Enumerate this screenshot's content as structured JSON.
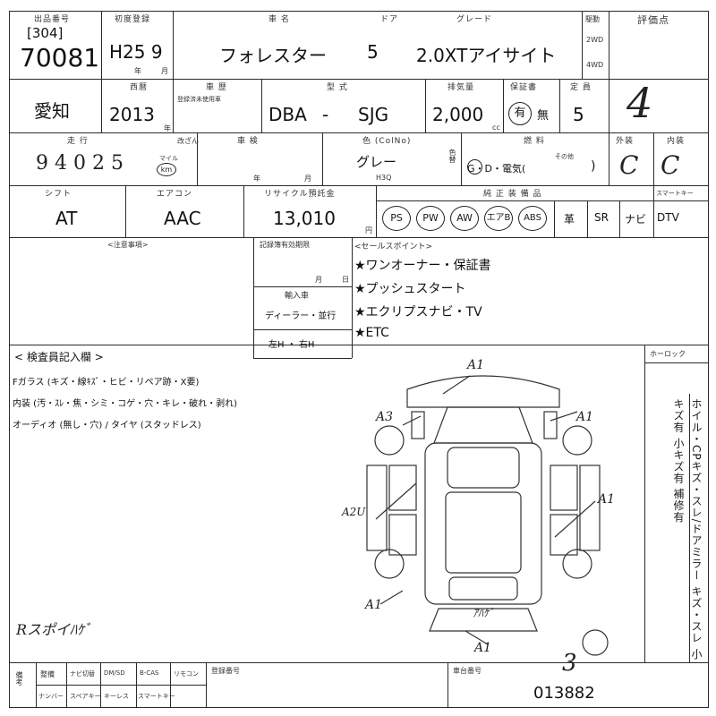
{
  "header": {
    "lot_label": "出品番号",
    "lot_code": "[304]",
    "lot_number": "70081",
    "first_reg_label": "初度登録",
    "first_reg": "H25 9",
    "year_unit": "年",
    "month_unit": "月",
    "car_name_label": "車 名",
    "car_name": "フォレスター",
    "door_label": "ドア",
    "doors": "5",
    "grade_label": "グレード",
    "grade": "2.0XTアイサイト",
    "drive_label": "駆動",
    "drive_2wd": "2WD",
    "drive_4wd": "4WD",
    "score_label": "評価点",
    "score": "4"
  },
  "row2": {
    "region": "愛知",
    "model_year_label": "西暦",
    "model_year": "2013",
    "year_suffix": "年",
    "history_label": "車 歴",
    "history_sub": "登録済未使用車",
    "type_label": "型 式",
    "type_prefix": "DBA",
    "type_dash": "-",
    "type_code": "SJG",
    "displacement_label": "排気量",
    "displacement": "2,000",
    "cc": "cc",
    "warranty_label": "保証書",
    "warranty_yes": "有",
    "warranty_no": "無",
    "capacity_label": "定 員",
    "capacity": "5"
  },
  "row3": {
    "mileage_label": "走 行",
    "mileage": "9 4 0 2 5",
    "mileage_unit": "km",
    "mileage_unit2": "マイル",
    "meter_label": "改ざん",
    "inspection_label": "車 検",
    "year_unit": "年",
    "month_unit": "月",
    "color_label": "色 (ColNo)",
    "color": "グレー",
    "color_code": "H3Q",
    "color_change_label": "色替",
    "fuel_label": "燃 料",
    "fuel_options": "G・D・電気(",
    "fuel_other": "その他",
    "fuel_close": ")",
    "exterior_label": "外装",
    "exterior": "C",
    "interior_label": "内装",
    "interior": "C"
  },
  "row4": {
    "shift_label": "シフト",
    "shift": "AT",
    "ac_label": "エアコン",
    "ac": "AAC",
    "recycle_label": "リサイクル預託金",
    "recycle": "13,010",
    "yen": "円",
    "equipment_label": "純 正 装 備 品",
    "equipment": [
      "PS",
      "PW",
      "AW",
      "エアB",
      "ABS"
    ],
    "equipment2": [
      "革",
      "SR",
      "ナビ",
      "DTV"
    ],
    "key_label": "スマートキー"
  },
  "notes": {
    "caution_label": "<注意事項>",
    "record_label": "記録簿有効期限",
    "record_month": "月",
    "record_day": "日",
    "import_label": "輸入車",
    "dealer": "ディーラー・並行",
    "handle": "左H ・ 右H",
    "sales_label": "<セールスポイント>",
    "sales_points": [
      "★ワンオーナー・保証書",
      "★プッシュスタート",
      "★エクリプスナビ・TV",
      "★ETC"
    ]
  },
  "inspection": {
    "title": "< 検査員記入欄 >",
    "glass": "Fガラス (キズ・線ｷｽﾞ・ヒビ・リペア跡・X要)",
    "interior": "内装 (汚・ｽﾚ・焦・シミ・コゲ・穴・キレ・破れ・剥れ)",
    "audio": "オーディオ (無し・穴) / タイヤ (スタッドレス)",
    "handwritten": "Rスポイﾊｹﾞ",
    "no_lock": "ホーロック",
    "side_text": "ホイル・CPキズ・スレ/ドアミラー キズ・スレ 小キズ有 小キズ有 補修有",
    "diagram_marks": [
      "A1",
      "A3",
      "A1",
      "A2U",
      "A1",
      "A1",
      "ｱﾊｹﾞ",
      "A1"
    ]
  },
  "footer": {
    "labels_row1": [
      "整備",
      "ナビ切替",
      "DM/SD",
      "B-CAS",
      "リモコン"
    ],
    "labels_row2": [
      "ナンバー",
      "スペアキー",
      "キーレス",
      "スマートキー"
    ],
    "row_label": "備考",
    "reg_number_label": "登録番号",
    "frame_label": "車台番号",
    "frame_number": "013882",
    "overwrite": "3"
  }
}
